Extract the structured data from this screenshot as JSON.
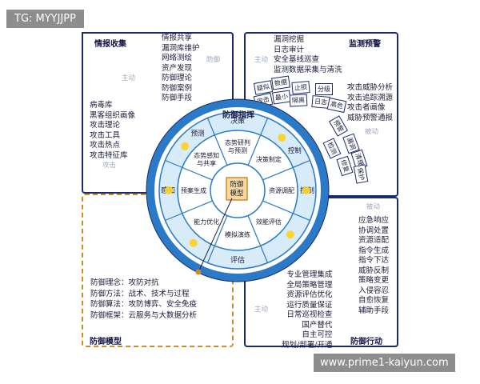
{
  "watermark_top": "TG: MYYJJPP",
  "watermark_bottom": "www.prime1-kaiyun.com",
  "quadrants": {
    "intel": {
      "title": "情报收集",
      "top_items": [
        "情报共享",
        "漏洞库维护",
        "网络测绘",
        "资产发现",
        "防御理论",
        "防御案例",
        "防御手段"
      ],
      "left_items": [
        "病毒库",
        "黑客组织画像",
        "攻击理论",
        "攻击工具",
        "攻击热点",
        "攻击特征库"
      ],
      "faint_active": "主动",
      "faint_defense": "防御",
      "faint_attack": "攻击"
    },
    "monitor": {
      "title": "监测预警",
      "top_items": [
        "漏洞挖掘",
        "日志审计",
        "安全基线巡查",
        "监测数据采集与清洗"
      ],
      "right_items": [
        "攻击威胁分析",
        "攻击追踪溯源",
        "攻击者画像",
        "威胁预警通报"
      ],
      "faint_active": "主动",
      "faint_passive": "被动",
      "tags": [
        "疑似",
        "数据",
        "止损",
        "分级",
        "攻击",
        "最小",
        "隔离",
        "日志",
        "高危",
        "预警",
        "漏洞",
        "清理",
        "保护",
        "检测",
        "修复"
      ]
    },
    "action": {
      "title": "防御行动",
      "right_items": [
        "应急响应",
        "协调处置",
        "资源适配",
        "指令生成",
        "指令下达",
        "威胁反制",
        "策略变更",
        "入侵容忍",
        "自愈恢复",
        "辅助手段"
      ],
      "left_items": [
        "专业管理集成",
        "全局策略管理",
        "资源评估优化",
        "运行质量保证",
        "日常巡视检查",
        "国产替代",
        "自主可控",
        "规划/部署/开通"
      ],
      "faint_active": "主动",
      "faint_passive": "被动"
    },
    "model": {
      "title": "防御模型",
      "items": [
        "防御理念：攻防对抗",
        "防御方法：战术、技术与过程",
        "防御算法：攻防博弈、安全免疫",
        "防御框架：云服务与大数据分析"
      ]
    }
  },
  "wheel": {
    "header": "防御指挥",
    "outer_ring": [
      "决策",
      "控制",
      "评估",
      "感知"
    ],
    "sectors": [
      "态势研判与预测",
      "决策制定",
      "资源调配",
      "效能评估",
      "模拟演练",
      "能力优化",
      "预案生成",
      "态势感知与共享"
    ],
    "center": "防御模型",
    "side_left": "预测",
    "side_right": "控制"
  },
  "colors": {
    "frame": "#1a2a6c",
    "ring_blue": "#2a7ac8",
    "ring_light": "#cfe6f7",
    "center_box": "#f0b860",
    "arrow_yellow": "#ffd21c",
    "dashed_orange": "#d08a2a"
  }
}
